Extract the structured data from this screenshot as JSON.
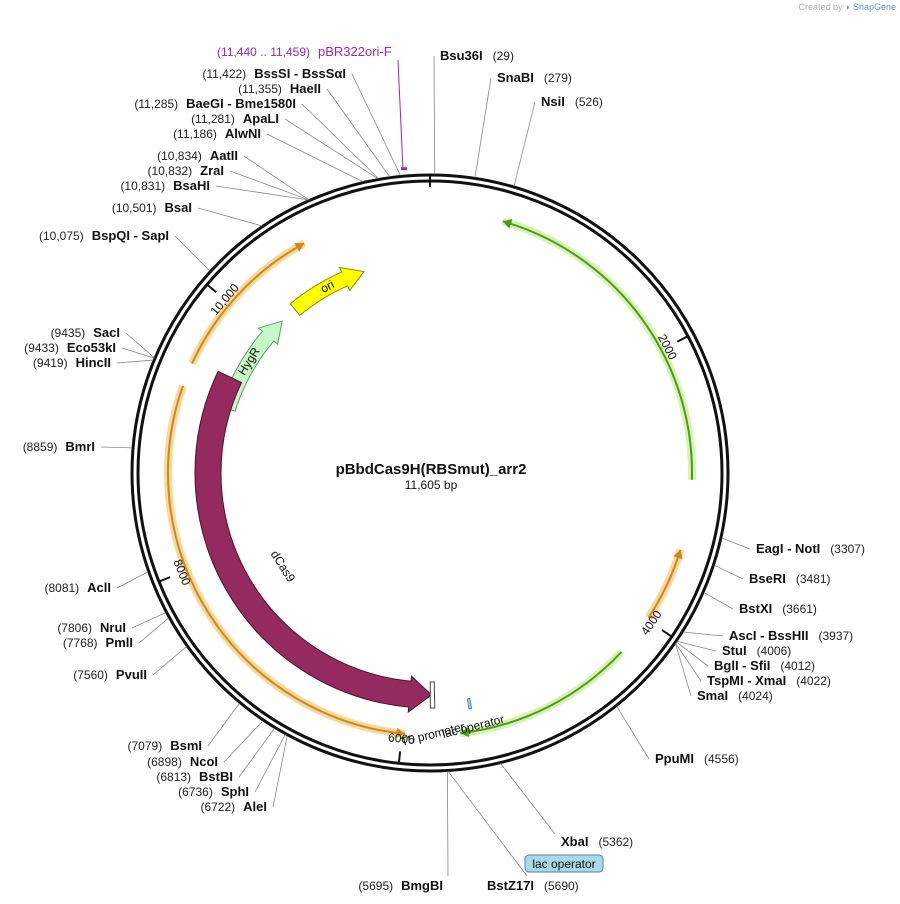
{
  "credit": {
    "prefix": "Created by",
    "logo_text": "SnapGene"
  },
  "plasmid": {
    "name": "pBbdCas9H(RBSmut)_arr2",
    "length_label": "11,605 bp",
    "length_bp": 11605
  },
  "ruler_ticks": [
    {
      "bp": 2000,
      "label": "2000"
    },
    {
      "bp": 4000,
      "label": "4000"
    },
    {
      "bp": 6000,
      "label": "6000"
    },
    {
      "bp": 8000,
      "label": "8000"
    },
    {
      "bp": 10000,
      "label": "10,000"
    }
  ],
  "features": [
    {
      "name": "ori",
      "label": "ori",
      "start": 10330,
      "end": 11020,
      "strand": "+",
      "color": "#ffff00",
      "stroke": "#8a8a00",
      "track": "inner1"
    },
    {
      "name": "HygR",
      "label": "HygR",
      "start": 9270,
      "end": 10180,
      "strand": "+",
      "color": "#c6f7c6",
      "stroke": "#5e9e5e",
      "track": "inner1"
    },
    {
      "name": "dCas9",
      "label": "dCas9",
      "start": 5790,
      "end": 9530,
      "strand": "-",
      "color": "#942a5e",
      "stroke": "#4e1030",
      "track": "inner2"
    },
    {
      "name": "lac-operator-inner",
      "label": "lac operator",
      "start": 5480,
      "end": 5500,
      "strand": "",
      "color": "#a9d8e8",
      "stroke": "#4d8aa0",
      "track": "inner3"
    },
    {
      "name": "T5-promoter",
      "label": "T5 promoter",
      "start": 5765,
      "end": 5800,
      "strand": "",
      "color": "#ffffff",
      "stroke": "#444444",
      "track": "inner2"
    }
  ],
  "orfs": [
    {
      "start": 520,
      "end": 2950,
      "strand": "-",
      "kind": "green"
    },
    {
      "start": 4290,
      "end": 5590,
      "strand": "+",
      "kind": "green"
    },
    {
      "start": 3450,
      "end": 3980,
      "strand": "-",
      "kind": "orange"
    },
    {
      "start": 5980,
      "end": 9330,
      "strand": "-",
      "kind": "orange"
    },
    {
      "start": 9500,
      "end": 10680,
      "strand": "+",
      "kind": "orange"
    }
  ],
  "primer": {
    "label": "pBR322ori-F",
    "range_label": "(11,440 .. 11,459)",
    "start": 11440,
    "end": 11459,
    "color": "#9c27b0"
  },
  "lac_operator_box": {
    "label": "lac operator"
  },
  "sites": [
    {
      "names": [
        "Bsu36I"
      ],
      "pos_label": "(29)",
      "bp": 29,
      "side": "right"
    },
    {
      "names": [
        "SnaBI"
      ],
      "pos_label": "(279)",
      "bp": 279,
      "side": "right"
    },
    {
      "names": [
        "NsiI"
      ],
      "pos_label": "(526)",
      "bp": 526,
      "side": "right"
    },
    {
      "names": [
        "EagI",
        "NotI"
      ],
      "pos_label": "(3307)",
      "bp": 3307,
      "side": "right"
    },
    {
      "names": [
        "BseRI"
      ],
      "pos_label": "(3481)",
      "bp": 3481,
      "side": "right"
    },
    {
      "names": [
        "BstXI"
      ],
      "pos_label": "(3661)",
      "bp": 3661,
      "side": "right"
    },
    {
      "names": [
        "AscI",
        "BssHII"
      ],
      "pos_label": "(3937)",
      "bp": 3937,
      "side": "right"
    },
    {
      "names": [
        "StuI"
      ],
      "pos_label": "(4006)",
      "bp": 4006,
      "side": "right"
    },
    {
      "names": [
        "BglI",
        "SfiI"
      ],
      "pos_label": "(4012)",
      "bp": 4012,
      "side": "right"
    },
    {
      "names": [
        "TspMI",
        "XmaI"
      ],
      "pos_label": "(4022)",
      "bp": 4022,
      "side": "right"
    },
    {
      "names": [
        "SmaI"
      ],
      "pos_label": "(4024)",
      "bp": 4024,
      "side": "right"
    },
    {
      "names": [
        "PpuMI"
      ],
      "pos_label": "(4556)",
      "bp": 4556,
      "side": "right"
    },
    {
      "names": [
        "XbaI"
      ],
      "pos_label": "(5362)",
      "bp": 5362,
      "side": "right"
    },
    {
      "names": [
        "BstZ17I"
      ],
      "pos_label": "(5690)",
      "bp": 5690,
      "side": "right"
    },
    {
      "names": [
        "BmgBI"
      ],
      "pos_label": "(5695)",
      "bp": 5695,
      "side": "left"
    },
    {
      "names": [
        "AleI"
      ],
      "pos_label": "(6722)",
      "bp": 6722,
      "side": "left"
    },
    {
      "names": [
        "SphI"
      ],
      "pos_label": "(6736)",
      "bp": 6736,
      "side": "left"
    },
    {
      "names": [
        "BstBI"
      ],
      "pos_label": "(6813)",
      "bp": 6813,
      "side": "left"
    },
    {
      "names": [
        "NcoI"
      ],
      "pos_label": "(6898)",
      "bp": 6898,
      "side": "left"
    },
    {
      "names": [
        "BsmI"
      ],
      "pos_label": "(7079)",
      "bp": 7079,
      "side": "left"
    },
    {
      "names": [
        "PvuII"
      ],
      "pos_label": "(7560)",
      "bp": 7560,
      "side": "left"
    },
    {
      "names": [
        "PmlI"
      ],
      "pos_label": "(7768)",
      "bp": 7768,
      "side": "left"
    },
    {
      "names": [
        "NruI"
      ],
      "pos_label": "(7806)",
      "bp": 7806,
      "side": "left"
    },
    {
      "names": [
        "AclI"
      ],
      "pos_label": "(8081)",
      "bp": 8081,
      "side": "left"
    },
    {
      "names": [
        "BmrI"
      ],
      "pos_label": "(8859)",
      "bp": 8859,
      "side": "left"
    },
    {
      "names": [
        "HincII"
      ],
      "pos_label": "(9419)",
      "bp": 9419,
      "side": "left"
    },
    {
      "names": [
        "Eco53kI"
      ],
      "pos_label": "(9433)",
      "bp": 9433,
      "side": "left"
    },
    {
      "names": [
        "SacI"
      ],
      "pos_label": "(9435)",
      "bp": 9435,
      "side": "left"
    },
    {
      "names": [
        "BspQI",
        "SapI"
      ],
      "pos_label": "(10,075)",
      "bp": 10075,
      "side": "left"
    },
    {
      "names": [
        "BsaI"
      ],
      "pos_label": "(10,501)",
      "bp": 10501,
      "side": "left"
    },
    {
      "names": [
        "BsaHI"
      ],
      "pos_label": "(10,831)",
      "bp": 10831,
      "side": "left"
    },
    {
      "names": [
        "ZraI"
      ],
      "pos_label": "(10,832)",
      "bp": 10832,
      "side": "left"
    },
    {
      "names": [
        "AatII"
      ],
      "pos_label": "(10,834)",
      "bp": 10834,
      "side": "left"
    },
    {
      "names": [
        "AlwNI"
      ],
      "pos_label": "(11,186)",
      "bp": 11186,
      "side": "left"
    },
    {
      "names": [
        "ApaLI"
      ],
      "pos_label": "(11,281)",
      "bp": 11281,
      "side": "left"
    },
    {
      "names": [
        "BaeGI",
        "Bme1580I"
      ],
      "pos_label": "(11,285)",
      "bp": 11285,
      "side": "left"
    },
    {
      "names": [
        "HaeII"
      ],
      "pos_label": "(11,355)",
      "bp": 11355,
      "side": "left"
    },
    {
      "names": [
        "BssSI",
        "BssSαI"
      ],
      "pos_label": "(11,422)",
      "bp": 11422,
      "side": "left"
    }
  ]
}
